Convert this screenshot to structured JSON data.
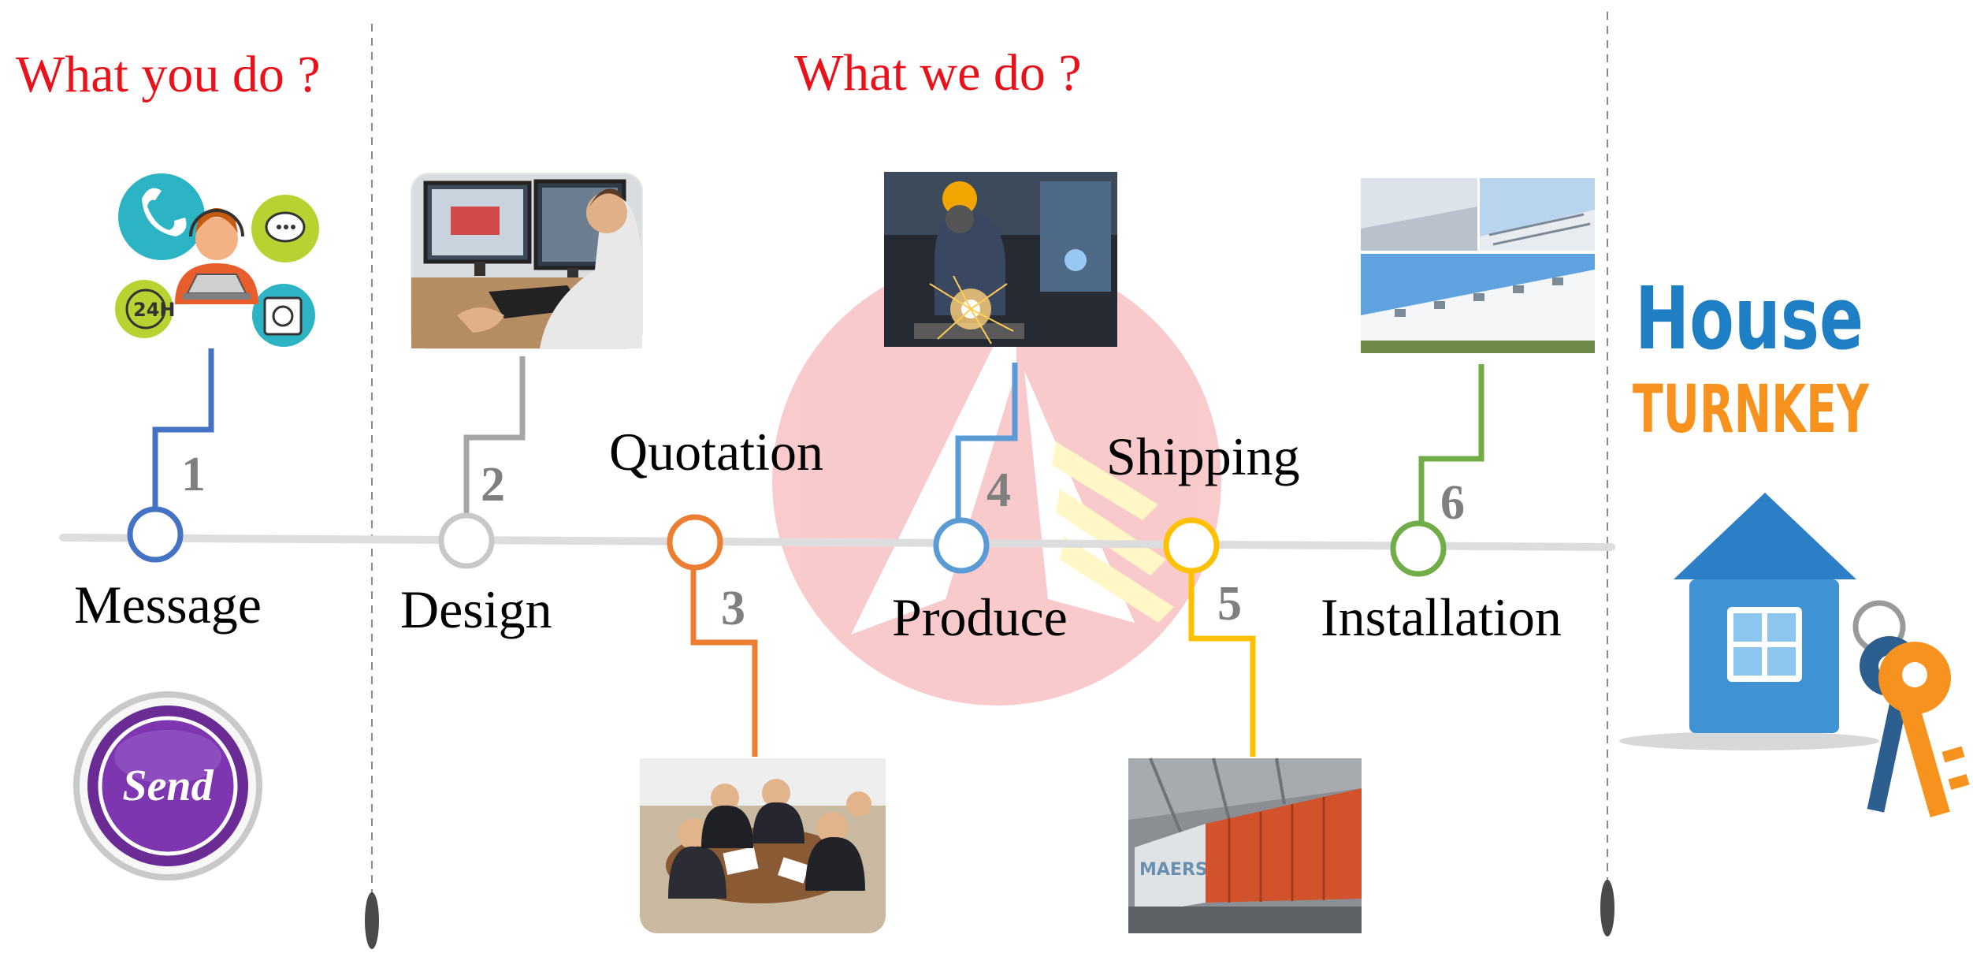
{
  "headings": {
    "left": "What you do ?",
    "right": "What we do ?"
  },
  "steps": [
    {
      "number": "1",
      "label": "Message",
      "color": "#4472c4"
    },
    {
      "number": "2",
      "label": "Design",
      "color": "#a5a5a5"
    },
    {
      "number": "3",
      "label": "Quotation",
      "color": "#ed7d31"
    },
    {
      "number": "4",
      "label": "Produce",
      "color": "#5b9bd5"
    },
    {
      "number": "5",
      "label": "Shipping",
      "color": "#ffc000"
    },
    {
      "number": "6",
      "label": "Installation",
      "color": "#70ad47"
    }
  ],
  "send_button": {
    "label": "Send"
  },
  "logo": {
    "line1": "House",
    "line2": "TURNKEY"
  },
  "colors": {
    "heading": "#e8121b",
    "timeline": "#dddddd",
    "number": "#7f7f7f",
    "logo_blue": "#1f7fc4",
    "logo_orange": "#f7921e"
  },
  "icons": [
    "customer-service-icon",
    "design-photo",
    "quotation-meeting-photo",
    "welding-photo",
    "shipping-container-photo",
    "factory-building-photo",
    "house-keys-icon",
    "watermark-logo"
  ]
}
